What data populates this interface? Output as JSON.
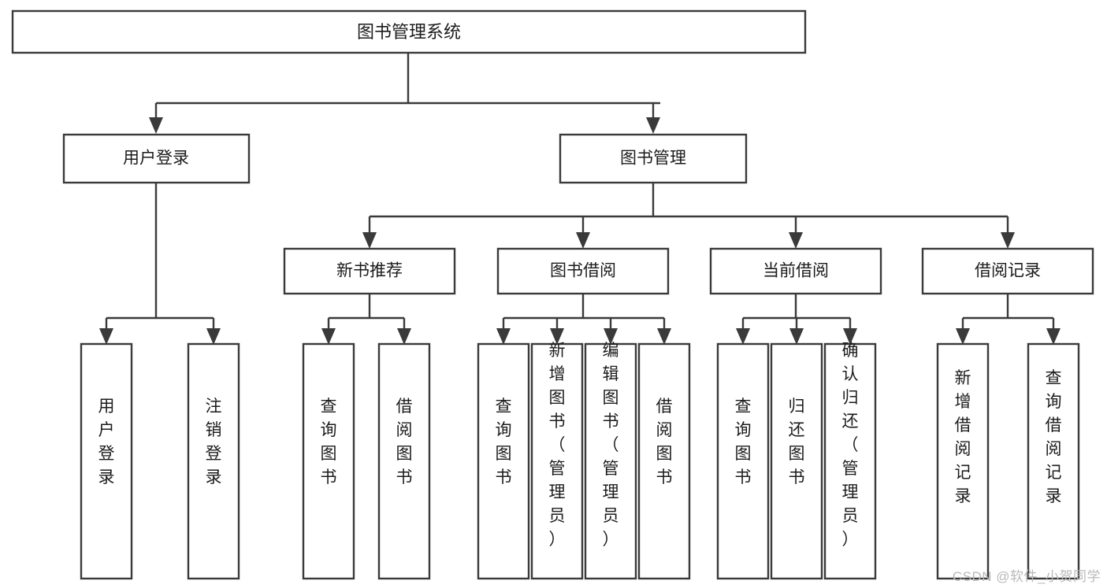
{
  "diagram": {
    "type": "tree-hierarchy-chart",
    "orientation": "top-down",
    "root": {
      "label": "图书管理系统"
    },
    "level2": [
      {
        "label": "用户登录"
      },
      {
        "label": "图书管理"
      }
    ],
    "level3": [
      {
        "label": "新书推荐"
      },
      {
        "label": "图书借阅"
      },
      {
        "label": "当前借阅"
      },
      {
        "label": "借阅记录"
      }
    ],
    "leaves": {
      "user_login": [
        {
          "label": "用户登录"
        },
        {
          "label": "注销登录"
        }
      ],
      "new_book_recommend": [
        {
          "label": "查询图书"
        },
        {
          "label": "借阅图书"
        }
      ],
      "book_borrow": [
        {
          "label": "查询图书"
        },
        {
          "label": "新增图书（管理员）"
        },
        {
          "label": "编辑图书（管理员）"
        },
        {
          "label": "借阅图书"
        }
      ],
      "current_borrow": [
        {
          "label": "查询图书"
        },
        {
          "label": "归还图书"
        },
        {
          "label": "确认归还（管理员）"
        }
      ],
      "borrow_record": [
        {
          "label": "新增借阅记录"
        },
        {
          "label": "查询借阅记录"
        }
      ]
    }
  },
  "watermark": {
    "text": "CSDN @软件_小贺同学"
  },
  "colors": {
    "stroke": "#3a3a3a",
    "box_fill": "#ffffff",
    "text": "#1b1b1b",
    "background": "#ffffff",
    "watermark": "#b9b9b9"
  }
}
